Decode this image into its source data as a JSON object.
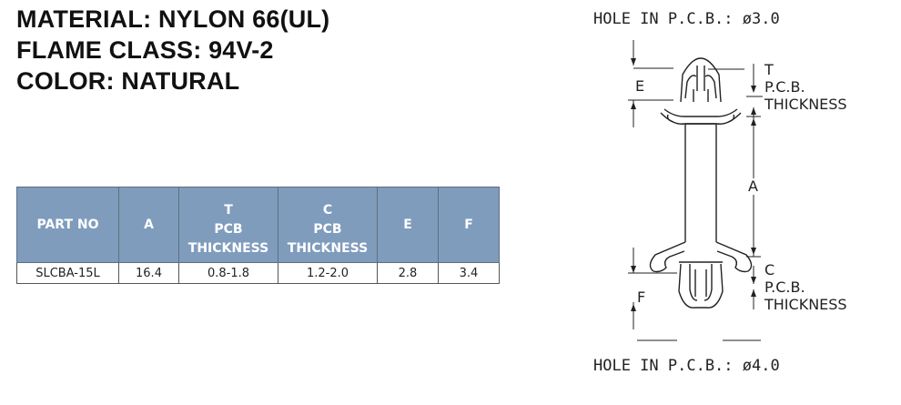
{
  "specs": {
    "material": "MATERIAL: NYLON 66(UL)",
    "flame_class": "FLAME CLASS: 94V-2",
    "color": "COLOR: NATURAL"
  },
  "table": {
    "headers": {
      "part_no": "PART NO",
      "a": "A",
      "t": [
        "T",
        "PCB",
        "THICKNESS"
      ],
      "c": [
        "C",
        "PCB",
        "THICKNESS"
      ],
      "e": "E",
      "f": "F"
    },
    "rows": [
      {
        "part_no": "SLCBA-15L",
        "a": "16.4",
        "t": "0.8-1.8",
        "c": "1.2-2.0",
        "e": "2.8",
        "f": "3.4"
      }
    ],
    "header_color": "#7f9cbd"
  },
  "drawing": {
    "hole_top": "HOLE IN P.C.B.: ø3.0",
    "hole_bottom": "HOLE IN P.C.B.: ø4.0",
    "label_e": "E",
    "label_t": "T",
    "label_t_line1": "P.C.B.",
    "label_t_line2": "THICKNESS",
    "label_a": "A",
    "label_c": "C",
    "label_c_line1": "P.C.B.",
    "label_c_line2": "THICKNESS",
    "label_f": "F"
  }
}
